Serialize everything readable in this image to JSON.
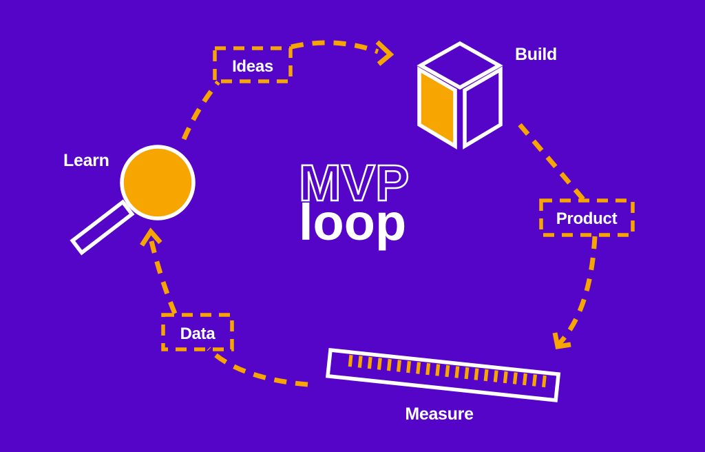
{
  "title": {
    "line1": "MVP",
    "line2": "loop"
  },
  "colors": {
    "background": "#5505C8",
    "accent": "#F7A500",
    "text": "#FFFFFF"
  },
  "nodes": {
    "learn": {
      "label": "Learn",
      "icon": "magnifier-icon"
    },
    "build": {
      "label": "Build",
      "icon": "cube-icon"
    },
    "measure": {
      "label": "Measure",
      "icon": "ruler-icon"
    }
  },
  "steps": {
    "ideas": {
      "label": "Ideas"
    },
    "product": {
      "label": "Product"
    },
    "data": {
      "label": "Data"
    }
  }
}
